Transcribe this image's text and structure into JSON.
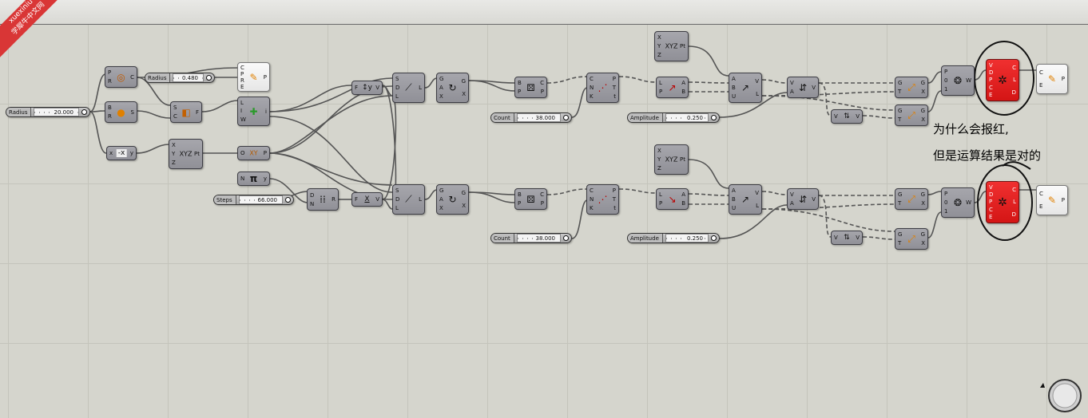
{
  "watermark": {
    "line1": "xuexiniu",
    "line2": "学犀牛中文网"
  },
  "annotation": {
    "line1": "为什么会报红,",
    "line2": "但是运算结果是对的"
  },
  "colors": {
    "canvas": "#d5d5cd",
    "component": "#9c9ca2",
    "error": "#e21d1d",
    "wire": "#5a5a5a",
    "annotation_ink": "#111111"
  },
  "sliders": [
    {
      "label": "Radius",
      "value": "20.000"
    },
    {
      "label": "Radius",
      "value": "0.480"
    },
    {
      "label": "Steps",
      "value": "66.000"
    },
    {
      "label": "Count",
      "value": "38.000"
    },
    {
      "label": "Amplitude",
      "value": "0.250"
    },
    {
      "label": "Count",
      "value": "38.000"
    },
    {
      "label": "Amplitude",
      "value": "0.250"
    }
  ],
  "components": {
    "circle": {
      "in": [
        "P",
        "R"
      ],
      "out": [
        "C"
      ],
      "icon": "circle-icon"
    },
    "sphere": {
      "in": [
        "B",
        "R"
      ],
      "out": [
        "S"
      ],
      "icon": "sphere-icon"
    },
    "negative": {
      "in": [
        "x"
      ],
      "out": [
        "y"
      ],
      "icon": "negative-icon",
      "glyph": "-x"
    },
    "param_crv": {
      "in": [
        "C",
        "P",
        "R",
        "E"
      ],
      "out": [
        "P"
      ],
      "icon": "curve-param-icon"
    },
    "surface_split": {
      "in": [
        "S",
        "C"
      ],
      "out": [
        "F"
      ],
      "icon": "split-icon"
    },
    "intersect": {
      "in": [
        "L",
        "I",
        "W"
      ],
      "out": [
        "i"
      ],
      "icon": "intersect-icon"
    },
    "construct_pt": {
      "in": [
        "X",
        "Y",
        "Z"
      ],
      "out": [
        "Pt"
      ],
      "icon": "point-xyz-icon",
      "glyph": "XYZ"
    },
    "plane_xy": {
      "in": [
        "O"
      ],
      "out": [
        "P"
      ],
      "icon": "plane-icon",
      "glyph": "XY"
    },
    "pi": {
      "in": [
        "N"
      ],
      "out": [
        "y"
      ],
      "icon": "pi-icon",
      "glyph": "π"
    },
    "range": {
      "in": [
        "D",
        "N"
      ],
      "out": [
        "R"
      ],
      "icon": "range-icon"
    },
    "unit_y": {
      "in": [
        "F"
      ],
      "out": [
        "V"
      ],
      "icon": "unit-y-icon",
      "glyph": "↕y"
    },
    "unit_x": {
      "in": [
        "F"
      ],
      "out": [
        "V"
      ],
      "icon": "unit-x-icon",
      "glyph": "X"
    },
    "line_sdl": {
      "in": [
        "S",
        "D",
        "L"
      ],
      "out": [
        "L"
      ],
      "icon": "line-icon"
    },
    "rotate": {
      "in": [
        "G",
        "A",
        "X"
      ],
      "out": [
        "G",
        "X"
      ],
      "icon": "rotate-icon"
    },
    "populate": {
      "in": [
        "B",
        "P"
      ],
      "out": [
        "C",
        "P"
      ],
      "icon": "dice-icon"
    },
    "divide_crv": {
      "in": [
        "C",
        "N",
        "K"
      ],
      "out": [
        "P",
        "T",
        "t"
      ],
      "icon": "divide-icon"
    },
    "line_pts": {
      "in": [
        "L",
        "P"
      ],
      "out": [
        "A",
        "B"
      ],
      "icon": "line-points-icon"
    },
    "vector_2pt": {
      "in": [
        "A",
        "B",
        "U"
      ],
      "out": [
        "V",
        "L"
      ],
      "icon": "vector-icon"
    },
    "amplitude": {
      "in": [
        "V",
        "A"
      ],
      "out": [
        "V"
      ],
      "icon": "amplitude-icon"
    },
    "move": {
      "in": [
        "G",
        "T"
      ],
      "out": [
        "G",
        "X"
      ],
      "icon": "move-icon"
    },
    "reverse": {
      "in": [
        "V"
      ],
      "out": [
        "V"
      ],
      "icon": "reverse-icon"
    },
    "brep_wire": {
      "in": [
        "P",
        "0",
        "1"
      ],
      "out": [
        "W"
      ],
      "icon": "wire-icon"
    },
    "voronoi": {
      "in": [
        "V",
        "D",
        "P",
        "C",
        "E"
      ],
      "out": [
        "C",
        "L",
        "D"
      ],
      "icon": "voronoi-icon"
    },
    "curve_end": {
      "in": [
        "C",
        "E"
      ],
      "out": [
        "P"
      ],
      "icon": "curve-end-icon"
    }
  }
}
